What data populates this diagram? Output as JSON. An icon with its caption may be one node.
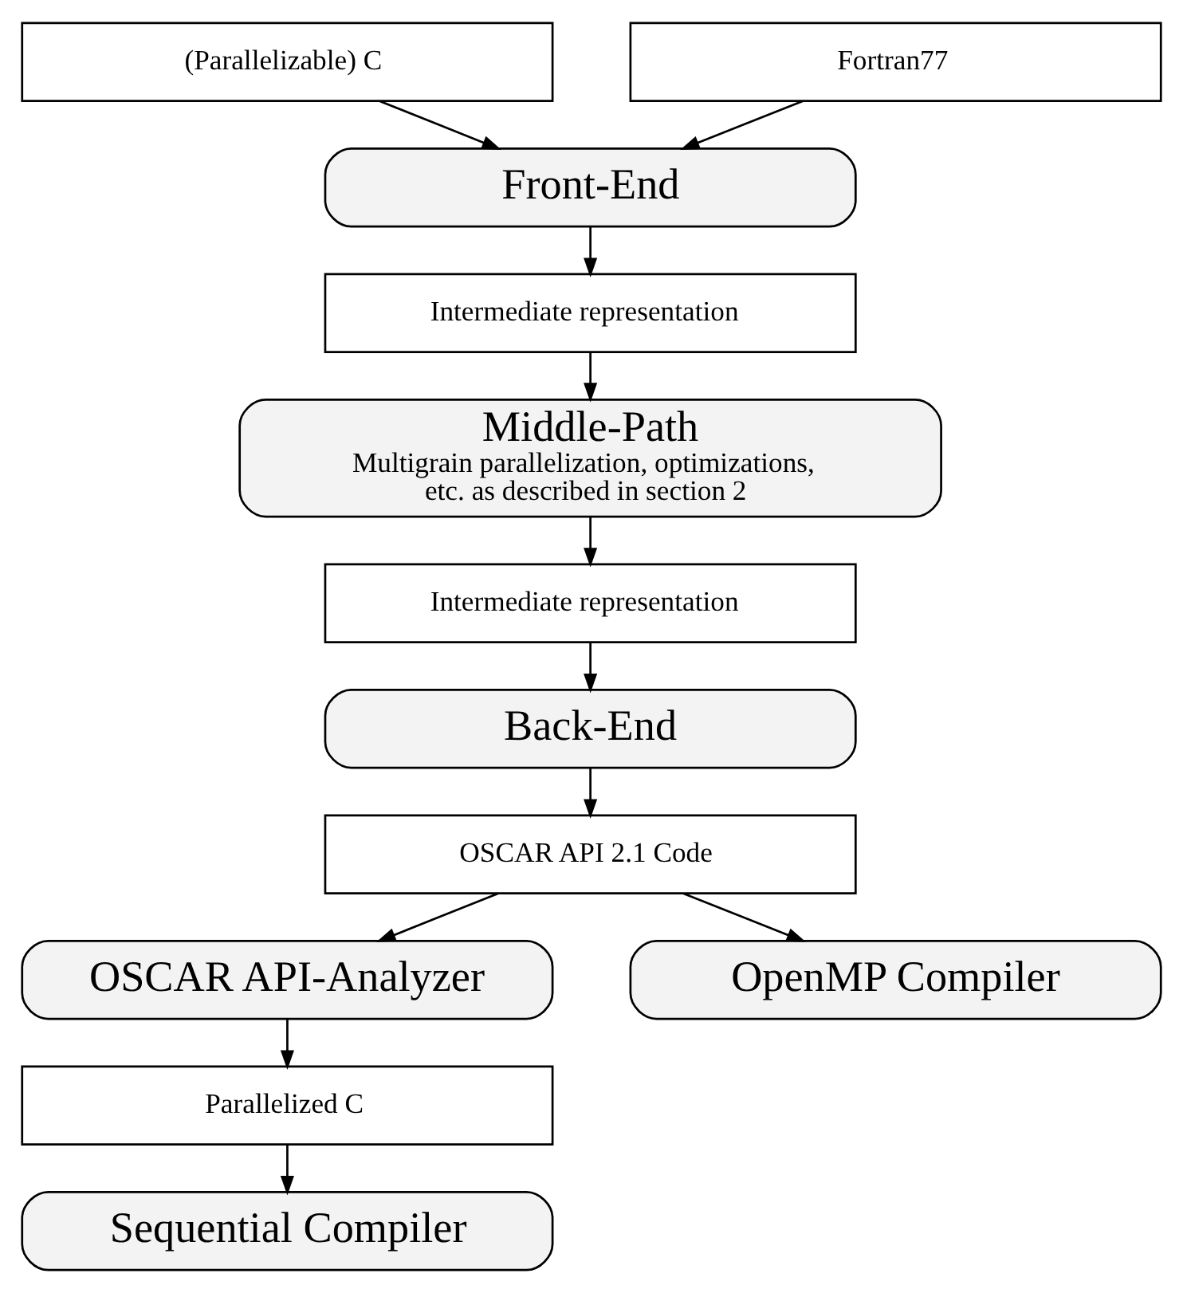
{
  "diagram": {
    "nodes": [
      {
        "text": [
          "(Parallelizable) C"
        ]
      },
      {
        "text": [
          "Fortran77"
        ]
      },
      {
        "text": [
          "Front-End"
        ]
      },
      {
        "text": [
          "Intermediate representation"
        ]
      },
      {
        "text": [
          "Middle-Path",
          "Multigrain parallelization, optimizations, etc. as described in section 2"
        ]
      },
      {
        "text": [
          "Intermediate representation"
        ]
      },
      {
        "text": [
          "Back-End"
        ]
      },
      {
        "text": [
          "OSCAR API 2.1 Code"
        ]
      },
      {
        "text": [
          "OSCAR API-Analyzer"
        ]
      },
      {
        "text": [
          "OpenMP Compiler"
        ]
      },
      {
        "text": [
          "Parallelized C"
        ]
      },
      {
        "text": [
          "Sequential Compiler"
        ]
      }
    ],
    "edges": [
      {
        "from": 0,
        "to": 2,
        "arrow": "to"
      },
      {
        "from": 1,
        "to": 2,
        "arrow": "to"
      },
      {
        "from": 2,
        "to": 3,
        "arrow": "to"
      },
      {
        "from": 3,
        "to": 4,
        "arrow": "to"
      },
      {
        "from": 4,
        "to": 5,
        "arrow": "to"
      },
      {
        "from": 5,
        "to": 6,
        "arrow": "to"
      },
      {
        "from": 6,
        "to": 7,
        "arrow": "to"
      },
      {
        "from": 7,
        "to": 8,
        "arrow": "to"
      },
      {
        "from": 7,
        "to": 9,
        "arrow": "to"
      },
      {
        "from": 8,
        "to": 10,
        "arrow": "to"
      },
      {
        "from": 10,
        "to": 11,
        "arrow": "to"
      }
    ]
  }
}
